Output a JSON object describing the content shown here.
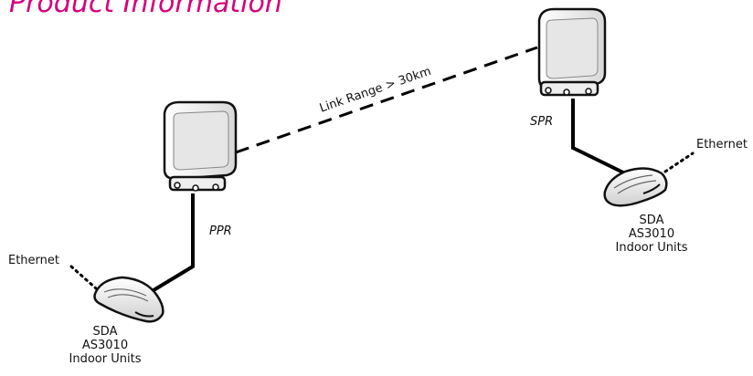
{
  "title": "Product Information",
  "link_label": "Link Range > 30km",
  "left_radio": {
    "label": "PPR"
  },
  "right_radio": {
    "label": "SPR"
  },
  "left_indoor": {
    "ethernet_label": "Ethernet",
    "lines": [
      "SDA",
      "AS3010",
      "Indoor Units"
    ]
  },
  "right_indoor": {
    "ethernet_label": "Ethernet",
    "lines": [
      "SDA",
      "AS3010",
      "Indoor Units"
    ]
  },
  "colors": {
    "title": "#d6007a",
    "line": "#000000",
    "unit_fill": "#f2f2f2"
  }
}
